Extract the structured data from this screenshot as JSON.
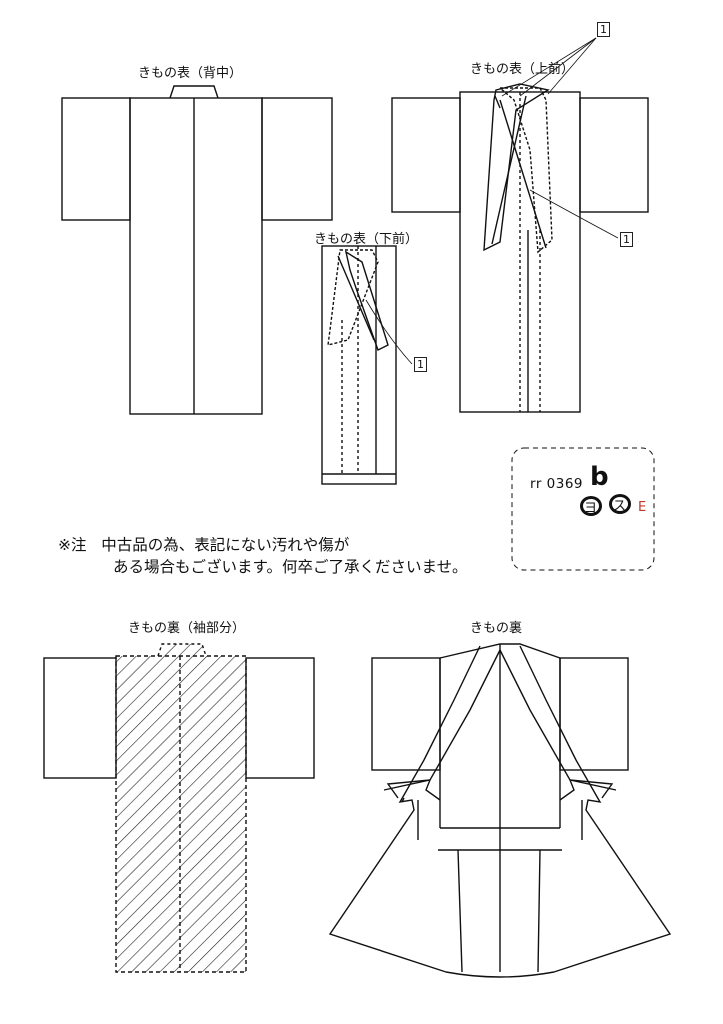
{
  "labels": {
    "back": "きもの表（背中）",
    "upper_front": "きもの表（上前）",
    "lower_front": "きもの表（下前）",
    "lining_sleeve": "きもの裏（袖部分）",
    "lining": "きもの裏"
  },
  "note": {
    "prefix": "※注",
    "line1": "中古品の為、表記にない汚れや傷が",
    "line2": "ある場合もございます。何卒ご了承くださいませ。"
  },
  "tags": {
    "mark_top": "1",
    "mark_upper": "1",
    "mark_lower": "1"
  },
  "code": {
    "text": "rr 0369",
    "handwritten_b": "b",
    "mark_1": "ヨ",
    "mark_2": "ス",
    "grade": "E"
  }
}
